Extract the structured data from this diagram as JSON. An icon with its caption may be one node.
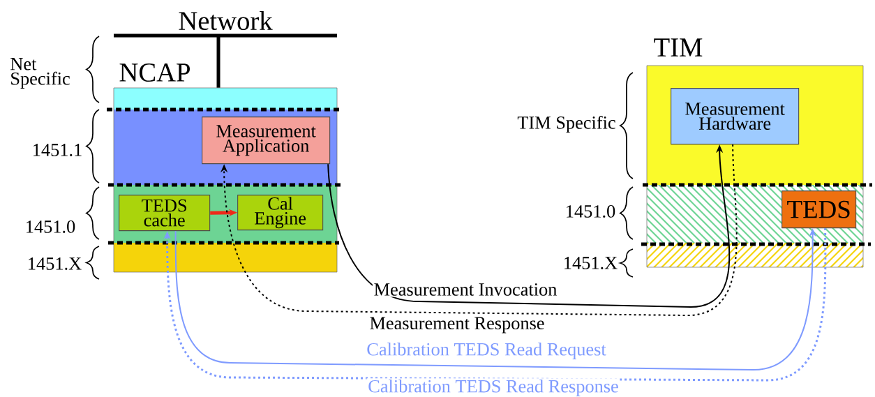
{
  "diagram": {
    "nodes": [
      {
        "text": [
          "Network"
        ]
      },
      {
        "text": [
          "NCAP"
        ]
      },
      {
        "text": [
          "Measurement Application"
        ],
        "in": 1
      },
      {
        "text": [
          "TEDS cache"
        ],
        "in": 1
      },
      {
        "text": [
          "Cal Engine"
        ],
        "in": 1
      },
      {
        "text": [
          "TIM"
        ]
      },
      {
        "text": [
          "Measurement Hardware"
        ],
        "in": 5
      },
      {
        "text": [
          "TEDS"
        ],
        "in": 5
      }
    ],
    "edges": [
      {
        "from": 0,
        "to": 1,
        "arrow": "none",
        "style": "thick"
      },
      {
        "from": 3,
        "to": 4,
        "arrow": "to",
        "style": "thick",
        "color": "#ee2a1a"
      },
      {
        "from": 2,
        "to": 6,
        "arrow": "to",
        "label": "Measurement Invocation"
      },
      {
        "from": 6,
        "to": 2,
        "arrow": "to",
        "label": "Measurement Response",
        "style": "dashed"
      },
      {
        "from": 3,
        "to": 7,
        "arrow": "to",
        "label": "Calibration TEDS Read Request",
        "color": "#7f9bff"
      },
      {
        "from": 7,
        "to": 3,
        "arrow": "to",
        "label": "Calibration TEDS Read Response",
        "style": "dashed",
        "color": "#7f9bff"
      }
    ],
    "labels": [
      "Net Specific",
      "1451.1",
      "1451.0",
      "1451.X",
      "TIM Specific",
      "1451.0",
      "1451.X"
    ]
  }
}
